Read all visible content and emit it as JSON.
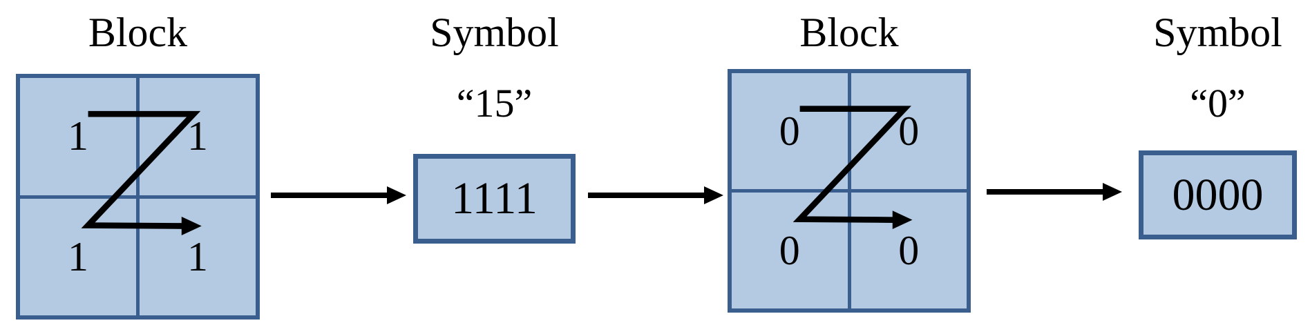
{
  "colors": {
    "background": "#ffffff",
    "shape_fill": "#b4c9e2",
    "shape_border": "#3a5f8e",
    "arrow": "#000000",
    "text_color": "#000000"
  },
  "stages": [
    {
      "kind": "block",
      "label": "Block",
      "scan_order": "zigzag",
      "cells": [
        "1",
        "1",
        "1",
        "1"
      ]
    },
    {
      "kind": "symbol",
      "label": "Symbol",
      "value": "“15”",
      "code": "1111"
    },
    {
      "kind": "block",
      "label": "Block",
      "scan_order": "zigzag",
      "cells": [
        "0",
        "0",
        "0",
        "0"
      ]
    },
    {
      "kind": "symbol",
      "label": "Symbol",
      "value": "“0”",
      "code": "0000"
    }
  ]
}
